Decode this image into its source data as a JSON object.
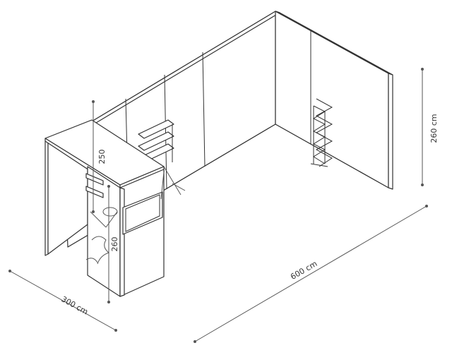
{
  "dimensions": {
    "width": "300 cm",
    "length": "600 cm",
    "wall_height": "260 cm",
    "counter_height": "260",
    "counter_depth": "250"
  },
  "colors": {
    "stroke": "#333333",
    "dimension_line": "#555555",
    "background": "#ffffff"
  }
}
